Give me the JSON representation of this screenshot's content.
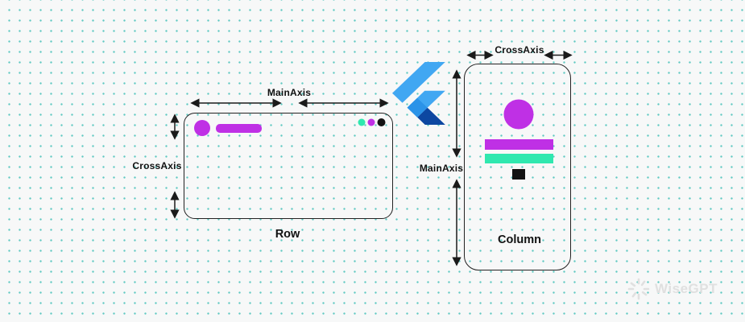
{
  "canvas": {
    "background": "#f7f8f8",
    "dot_color": "#5fc9c2"
  },
  "palette": {
    "magenta": "#bf30e5",
    "teal": "#2fe8af",
    "dark": "#121212",
    "line": "#1a1a1a",
    "flutter_light": "#41a7f2",
    "flutter_mid": "#2b93e8",
    "flutter_dark": "#0d47a1",
    "watermark_gray": "#e0e0e0"
  },
  "row_diagram": {
    "label": "Row",
    "main_axis_label": "MainAxis",
    "cross_axis_label": "CrossAxis"
  },
  "column_diagram": {
    "label": "Column",
    "main_axis_label": "MainAxis",
    "cross_axis_label": "CrossAxis"
  },
  "watermark": {
    "text": "WiseGPT"
  }
}
